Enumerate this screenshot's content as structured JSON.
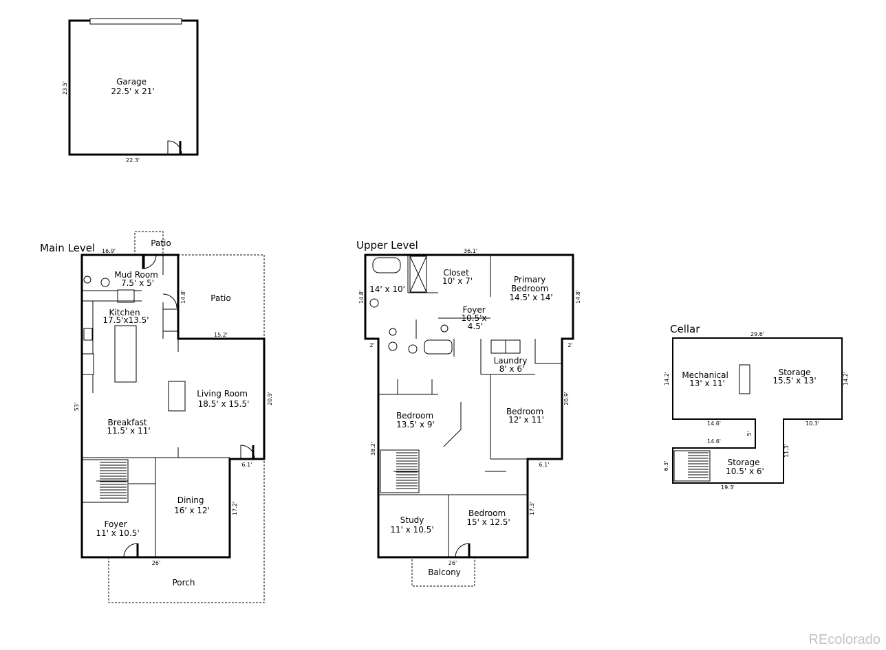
{
  "levels": {
    "main": "Main Level",
    "upper": "Upper Level",
    "cellar": "Cellar"
  },
  "rooms": {
    "garage": [
      "Garage",
      "22.5' x 21'"
    ],
    "patio_top": [
      "Patio"
    ],
    "mud_room": [
      "Mud Room",
      "7.5' x 5'"
    ],
    "patio_side": [
      "Patio"
    ],
    "kitchen": [
      "Kitchen",
      "17.5'x13.5'"
    ],
    "living_room": [
      "Living Room",
      "18.5' x 15.5'"
    ],
    "breakfast": [
      "Breakfast",
      "11.5' x 11'"
    ],
    "dining": [
      "Dining",
      "16' x 12'"
    ],
    "foyer_main": [
      "Foyer",
      "11' x 10.5'"
    ],
    "porch": [
      "Porch"
    ],
    "primary_bath": [
      "14' x 10'"
    ],
    "closet": [
      "Closet",
      "10' x 7'"
    ],
    "primary_bedroom": [
      "Primary",
      "Bedroom",
      "14.5' x 14'"
    ],
    "foyer_upper": [
      "Foyer",
      "10.5'x",
      "4.5'"
    ],
    "laundry": [
      "Laundry",
      "8' x 6'"
    ],
    "bedroom_left": [
      "Bedroom",
      "13.5' x 9'"
    ],
    "bedroom_right": [
      "Bedroom",
      "12' x 11'"
    ],
    "study": [
      "Study",
      "11' x 10.5'"
    ],
    "bedroom_bottom": [
      "Bedroom",
      "15' x 12.5'"
    ],
    "balcony": [
      "Balcony"
    ],
    "mechanical": [
      "Mechanical",
      "13' x 11'"
    ],
    "storage_large": [
      "Storage",
      "15.5' x 13'"
    ],
    "storage_small": [
      "Storage",
      "10.5' x 6'"
    ]
  },
  "dimensions": {
    "garage_side": "23.5'",
    "garage_bottom": "22.3'",
    "main_top": "16.9'",
    "main_mud_right": "14.8'",
    "main_step": "15.2'",
    "main_left": "53'",
    "main_right": "20.9'",
    "main_notch": "6.1'",
    "main_dining_right": "17.2'",
    "main_bottom": "26'",
    "upper_top": "36.1'",
    "upper_left_top": "14.8'",
    "upper_right_top": "14.8'",
    "upper_left_step": "2'",
    "upper_right_step": "2'",
    "upper_left": "38.2'",
    "upper_right": "20.9'",
    "upper_notch": "6.1'",
    "upper_right_bottom": "17.3'",
    "upper_bottom": "26'",
    "cellar_top": "29.6'",
    "cellar_left": "14.2'",
    "cellar_right": "14.2'",
    "cellar_inner_a": "14.6'",
    "cellar_inner_b": "14.6'",
    "cellar_inner_v": "5'",
    "cellar_right_step": "10.3'",
    "cellar_right_lower": "11.3'",
    "cellar_lower_left": "6.3'",
    "cellar_bottom": "19.3'"
  },
  "watermark": "REcolorado"
}
